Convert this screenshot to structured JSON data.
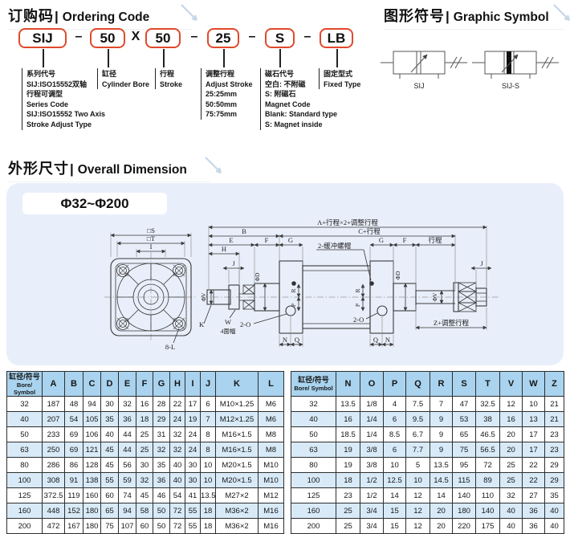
{
  "meta": {
    "separator": "|"
  },
  "ordering": {
    "title_zh": "订购码",
    "title_en": "Ordering Code",
    "code_parts": [
      "SIJ",
      "–",
      "50",
      "X",
      "50",
      "–",
      "25",
      "–",
      "S",
      "–",
      "LB"
    ],
    "legends": [
      {
        "lines": [
          "系列代号",
          "SIJ:ISO15552双轴",
          "行程可调型",
          "Series Code",
          "SIJ:ISO15552 Two Axis",
          "Stroke Adjust Type"
        ]
      },
      {
        "lines": [
          "缸径",
          "Cylinder Bore"
        ]
      },
      {
        "lines": [
          "行程",
          "Stroke"
        ]
      },
      {
        "lines": [
          "调整行程",
          "Adjust Stroke",
          "25:25mm",
          "50:50mm",
          "75:75mm"
        ]
      },
      {
        "lines": [
          "磁石代号",
          "空白: 不附磁",
          "S: 附磁石",
          "Magnet Code",
          "Blank: Standard type",
          "S: Magnet inside"
        ]
      },
      {
        "lines": [
          "固定型式",
          "Fixed Type"
        ]
      }
    ]
  },
  "symbol": {
    "title_zh": "图形符号",
    "title_en": "Graphic Symbol",
    "labels": [
      "SIJ",
      "SIJ-S"
    ]
  },
  "dimension": {
    "title_zh": "外形尺寸",
    "title_en": "Overall Dimension",
    "range": "Φ32~Φ200",
    "labels": {
      "sq_s": "□S",
      "sq_t": "□T",
      "i": "I",
      "bolt": "8-L",
      "a_total": "A+行程×2+调整行程",
      "c_stroke": "C+行程",
      "b": "B",
      "e": "E",
      "f": "F",
      "g": "G",
      "h": "H",
      "j": "J",
      "stroke": "行程",
      "z_adjust": "Z+调整行程",
      "cushion": "2-缓冲螺帽",
      "port": "2-O",
      "k": "K",
      "w": "W",
      "w_flats": "4面幅",
      "n": "N",
      "q": "Q",
      "p": "P",
      "r": "R",
      "phi_d": "ΦD",
      "phi_v": "ΦV"
    }
  },
  "tables": {
    "left": {
      "header_zh": "缸径/符号",
      "header_en": "Bore/ Symbol",
      "columns": [
        "A",
        "B",
        "C",
        "D",
        "E",
        "F",
        "G",
        "H",
        "I",
        "J",
        "K",
        "L"
      ],
      "rows": [
        [
          "32",
          "187",
          "48",
          "94",
          "30",
          "32",
          "16",
          "28",
          "22",
          "17",
          "6",
          "M10×1.25",
          "M6"
        ],
        [
          "40",
          "207",
          "54",
          "105",
          "35",
          "36",
          "18",
          "29",
          "24",
          "19",
          "7",
          "M12×1.25",
          "M6"
        ],
        [
          "50",
          "233",
          "69",
          "106",
          "40",
          "44",
          "25",
          "31",
          "32",
          "24",
          "8",
          "M16×1.5",
          "M8"
        ],
        [
          "63",
          "250",
          "69",
          "121",
          "45",
          "44",
          "25",
          "32",
          "32",
          "24",
          "8",
          "M16×1.5",
          "M8"
        ],
        [
          "80",
          "286",
          "86",
          "128",
          "45",
          "56",
          "30",
          "35",
          "40",
          "30",
          "10",
          "M20×1.5",
          "M10"
        ],
        [
          "100",
          "308",
          "91",
          "138",
          "55",
          "59",
          "32",
          "36",
          "40",
          "30",
          "10",
          "M20×1.5",
          "M10"
        ],
        [
          "125",
          "372.5",
          "119",
          "160",
          "60",
          "74",
          "45",
          "46",
          "54",
          "41",
          "13.5",
          "M27×2",
          "M12"
        ],
        [
          "160",
          "448",
          "152",
          "180",
          "65",
          "94",
          "58",
          "50",
          "72",
          "55",
          "18",
          "M36×2",
          "M16"
        ],
        [
          "200",
          "472",
          "167",
          "180",
          "75",
          "107",
          "60",
          "50",
          "72",
          "55",
          "18",
          "M36×2",
          "M16"
        ]
      ]
    },
    "right": {
      "header_zh": "缸径/符号",
      "header_en": "Bore/ Symbol",
      "columns": [
        "N",
        "O",
        "P",
        "Q",
        "R",
        "S",
        "T",
        "V",
        "W",
        "Z"
      ],
      "rows": [
        [
          "32",
          "13.5",
          "1/8",
          "4",
          "7.5",
          "7",
          "47",
          "32.5",
          "12",
          "10",
          "21"
        ],
        [
          "40",
          "16",
          "1/4",
          "6",
          "9.5",
          "9",
          "53",
          "38",
          "16",
          "13",
          "21"
        ],
        [
          "50",
          "18.5",
          "1/4",
          "8.5",
          "6.7",
          "9",
          "65",
          "46.5",
          "20",
          "17",
          "23"
        ],
        [
          "63",
          "19",
          "3/8",
          "6",
          "7.7",
          "9",
          "75",
          "56.5",
          "20",
          "17",
          "23"
        ],
        [
          "80",
          "19",
          "3/8",
          "10",
          "5",
          "13.5",
          "95",
          "72",
          "25",
          "22",
          "29"
        ],
        [
          "100",
          "18",
          "1/2",
          "12.5",
          "10",
          "14.5",
          "115",
          "89",
          "25",
          "22",
          "29"
        ],
        [
          "125",
          "23",
          "1/2",
          "14",
          "12",
          "14",
          "140",
          "110",
          "32",
          "27",
          "35"
        ],
        [
          "160",
          "25",
          "3/4",
          "15",
          "12",
          "20",
          "180",
          "140",
          "40",
          "36",
          "40"
        ],
        [
          "200",
          "25",
          "3/4",
          "15",
          "12",
          "20",
          "220",
          "175",
          "40",
          "36",
          "40"
        ]
      ]
    }
  }
}
